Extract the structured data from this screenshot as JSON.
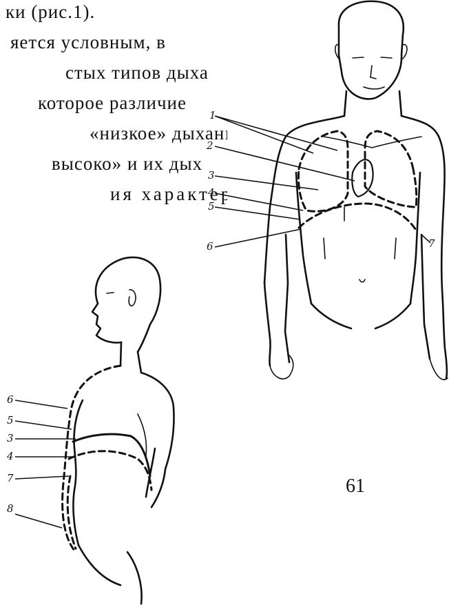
{
  "text_lines": [
    "ки (рис.1).",
    "яется условным, в",
    "стых типов дыха",
    "которое различие",
    "«низкое» дыханı",
    "высоко» и их дых",
    "ия характерен ı"
  ],
  "page_number": "61",
  "front_figure_labels": [
    "1",
    "2",
    "3",
    "4",
    "5",
    "6",
    "7"
  ],
  "side_figure_labels": [
    "6",
    "5",
    "3",
    "4",
    "7",
    "8"
  ]
}
